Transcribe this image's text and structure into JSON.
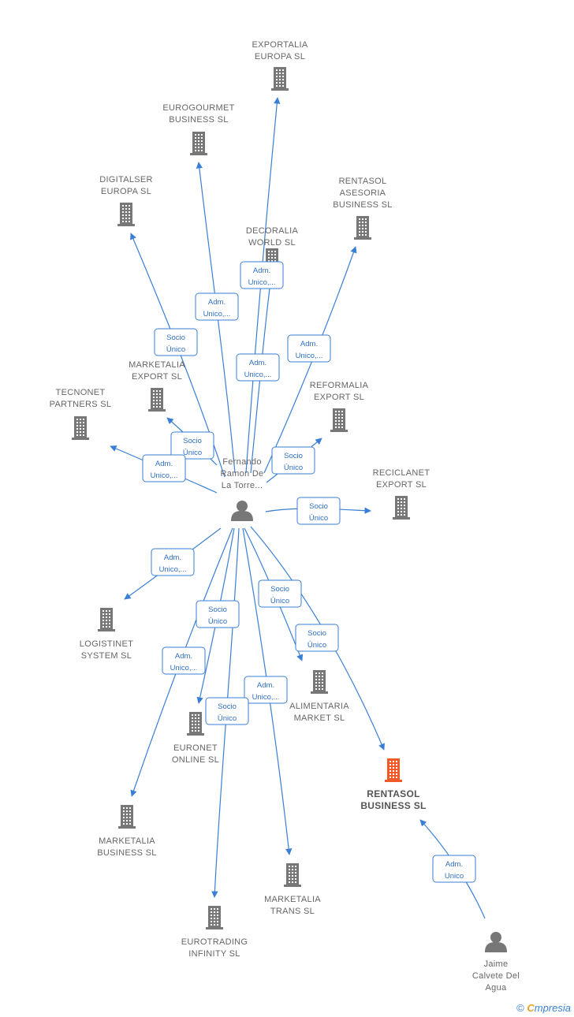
{
  "colors": {
    "edge": "#3a7fd5",
    "building": "#777777",
    "focus": "#f05a28",
    "person": "#777777"
  },
  "nodes": [
    {
      "id": "exportalia",
      "type": "company",
      "lines": [
        "EXPORTALIA",
        "EUROPA  SL"
      ]
    },
    {
      "id": "eurogourmet",
      "type": "company",
      "lines": [
        "EUROGOURMET",
        "BUSINESS  SL"
      ]
    },
    {
      "id": "digitalser",
      "type": "company",
      "lines": [
        "DIGITALSER",
        "EUROPA  SL"
      ]
    },
    {
      "id": "decoralia",
      "type": "company",
      "lines": [
        "DECORALIA",
        "WORLD  SL"
      ]
    },
    {
      "id": "rentasol_asesoria",
      "type": "company",
      "lines": [
        "RENTASOL",
        "ASESORIA",
        "BUSINESS  SL"
      ]
    },
    {
      "id": "marketalia_export",
      "type": "company",
      "lines": [
        "MARKETALIA",
        "EXPORT  SL"
      ]
    },
    {
      "id": "tecnonet",
      "type": "company",
      "lines": [
        "TECNONET",
        "PARTNERS  SL"
      ]
    },
    {
      "id": "reformalia",
      "type": "company",
      "lines": [
        "REFORMALIA",
        "EXPORT  SL"
      ]
    },
    {
      "id": "reciclanet",
      "type": "company",
      "lines": [
        "RECICLANET",
        "EXPORT  SL"
      ]
    },
    {
      "id": "fernando",
      "type": "person",
      "lines": [
        "Fernando",
        "Ramon De",
        "La Torre..."
      ]
    },
    {
      "id": "logistinet",
      "type": "company",
      "lines": [
        "LOGISTINET",
        "SYSTEM  SL"
      ]
    },
    {
      "id": "alimentaria",
      "type": "company",
      "lines": [
        "ALIMENTARIA",
        "MARKET  SL"
      ]
    },
    {
      "id": "euronet",
      "type": "company",
      "lines": [
        "EURONET",
        "ONLINE  SL"
      ]
    },
    {
      "id": "rentasol_business",
      "type": "focus",
      "lines": [
        "RENTASOL",
        "BUSINESS  SL"
      ]
    },
    {
      "id": "marketalia_business",
      "type": "company",
      "lines": [
        "MARKETALIA",
        "BUSINESS  SL"
      ]
    },
    {
      "id": "marketalia_trans",
      "type": "company",
      "lines": [
        "MARKETALIA",
        "TRANS  SL"
      ]
    },
    {
      "id": "eurotrading",
      "type": "company",
      "lines": [
        "EUROTRADING",
        "INFINITY  SL"
      ]
    },
    {
      "id": "jaime",
      "type": "person",
      "lines": [
        "Jaime",
        "Calvete Del",
        "Agua"
      ]
    }
  ],
  "badges": [
    {
      "id": "b_decoralia",
      "lines": [
        "Adm.",
        "Unico,..."
      ]
    },
    {
      "id": "b_eurogourmet",
      "lines": [
        "Adm.",
        "Unico,..."
      ]
    },
    {
      "id": "b_rentasol_asesoria",
      "lines": [
        "Adm.",
        "Unico,..."
      ]
    },
    {
      "id": "b_exportalia",
      "lines": [
        "Adm.",
        "Unico,..."
      ]
    },
    {
      "id": "b_digitalser",
      "lines": [
        "Socio",
        "Único"
      ]
    },
    {
      "id": "b_marketalia_export",
      "lines": [
        "Socio",
        "Único"
      ]
    },
    {
      "id": "b_tecnonet",
      "lines": [
        "Adm.",
        "Unico,..."
      ]
    },
    {
      "id": "b_reformalia",
      "lines": [
        "Socio",
        "Único"
      ]
    },
    {
      "id": "b_reciclanet",
      "lines": [
        "Socio",
        "Único"
      ]
    },
    {
      "id": "b_logistinet",
      "lines": [
        "Adm.",
        "Unico,..."
      ]
    },
    {
      "id": "b_alimentaria",
      "lines": [
        "Socio",
        "Único"
      ]
    },
    {
      "id": "b_euronet",
      "lines": [
        "Socio",
        "Único"
      ]
    },
    {
      "id": "b_rentasol_business",
      "lines": [
        "Socio",
        "Único"
      ]
    },
    {
      "id": "b_marketalia_business",
      "lines": [
        "Adm.",
        "Unico,..."
      ]
    },
    {
      "id": "b_marketalia_trans",
      "lines": [
        "Adm.",
        "Unico,..."
      ]
    },
    {
      "id": "b_eurotrading",
      "lines": [
        "Socio",
        "Único"
      ]
    },
    {
      "id": "b_jaime",
      "lines": [
        "Adm.",
        "Unico"
      ]
    }
  ],
  "footer": {
    "copyright": "©",
    "brand_first": "C",
    "brand_rest": "mpresia"
  }
}
